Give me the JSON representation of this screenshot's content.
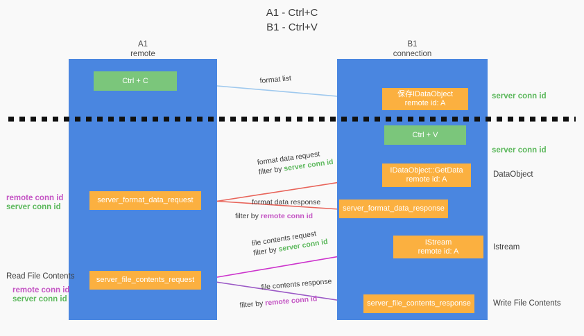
{
  "title": {
    "line1": "A1 - Ctrl+C",
    "line2": "B1 - Ctrl+V"
  },
  "columns": [
    {
      "name": "A1",
      "sub": "remote"
    },
    {
      "name": "B1",
      "sub": "connection"
    }
  ],
  "boxes": {
    "ctrl_c": "Ctrl + C",
    "ctrl_v": "Ctrl + V",
    "save_idataobject_l1": "保存IDataObject",
    "save_idataobject_l2": "remote id: A",
    "getdata_l1": "IDataObject::GetData",
    "getdata_l2": "remote id: A",
    "istream_l1": "IStream",
    "istream_l2": "remote id: A",
    "server_format_data_request": "server_format_data_request",
    "server_format_data_response": "server_format_data_response",
    "server_file_contents_request": "server_file_contents_request",
    "server_file_contents_response": "server_file_contents_response"
  },
  "edge_labels": {
    "format_list": "format list",
    "format_data_request": "format data request",
    "format_data_request_filter_prefix": "filter by ",
    "format_data_request_filter_key": "server conn id",
    "format_data_response": "format data response",
    "format_data_response_filter_prefix": "filter by ",
    "format_data_response_filter_key": "remote conn id",
    "file_contents_request": "file contents request",
    "file_contents_request_filter_prefix": "filter by ",
    "file_contents_request_filter_key": "server conn id",
    "file_contents_response": "file contents response",
    "file_contents_response_filter_prefix": "filter by ",
    "file_contents_response_filter_key": "remote conn id"
  },
  "right_labels": {
    "server_conn_id_top": "server conn id",
    "server_conn_id_mid": "server conn id",
    "dataobject": "DataObject",
    "istream": "Istream",
    "write_file_contents": "Write File Contents"
  },
  "left_labels": {
    "remote_conn_id_1": "remote conn id",
    "server_conn_id_1": "server conn id",
    "read_file_contents": "Read File Contents",
    "remote_conn_id_2": "remote conn id",
    "server_conn_id_2": "server conn id"
  },
  "colors": {
    "background": "#f9f9f9",
    "lane": "#4a86e0",
    "green_box": "#7bc67b",
    "orange_box": "#fbb040",
    "green_text": "#5cb85c",
    "purple_text": "#c455c4",
    "arrow_light_blue": "#9fc9ee",
    "arrow_red": "#e8645a",
    "arrow_magenta": "#cc33cc",
    "arrow_purple": "#9b59c6",
    "arrow_black": "#111111",
    "dashed_line": "#111111"
  }
}
